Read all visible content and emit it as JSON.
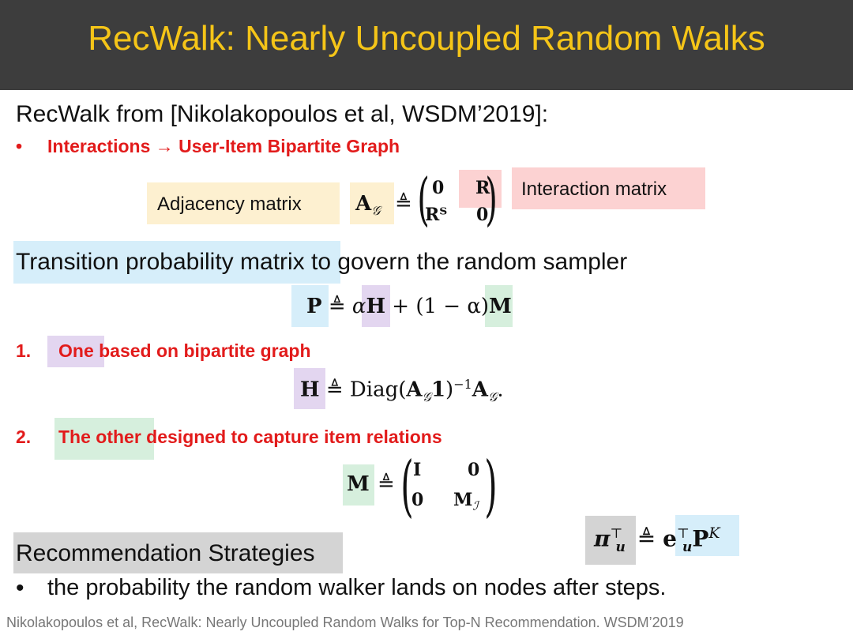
{
  "slide": {
    "title": "RecWalk: Nearly Uncoupled Random Walks",
    "intro": "RecWalk from [Nikolakopoulos et al, WSDM’2019]:",
    "bullet1": {
      "marker": "•",
      "text": "Interactions → User-Item Bipartite Graph"
    },
    "adjacency_label": "Adjacency matrix",
    "interaction_label": "Interaction matrix",
    "transition_heading_highlight": "Transition probability matrix",
    "transition_heading_rest": " to govern the random sampler",
    "item1": {
      "number": "1.",
      "highlight": "One",
      "rest": " based on bipartite graph"
    },
    "item2": {
      "number": "2.",
      "highlight": "The other",
      "rest": " designed to capture item relations"
    },
    "recommendation_heading": "Recommendation Strategies",
    "bullet2": {
      "marker": "•",
      "text": "the probability the random walker lands on nodes after steps."
    },
    "footer": "Nikolakopoulos et al, RecWalk: Nearly Uncoupled Random Walks for Top-N Recommendation. WSDM’2019"
  },
  "equations": {
    "A_lhs": "A",
    "A_sub": "𝒢",
    "defeq": "≜",
    "A_mat": [
      "0",
      "R",
      "Rᵀ",
      "0"
    ],
    "P_lhs": "P",
    "P_rhs_1": "α",
    "P_rhs_H": "H",
    "P_rhs_2": " + (1 − α)",
    "P_rhs_M": "M",
    "H_lhs": "H",
    "H_rhs": "Diag(",
    "H_rhs_A": "A",
    "H_rhs_one": "1",
    "H_rhs_close": ")",
    "H_rhs_exp": "−1",
    "H_rhs_end": ".",
    "M_lhs": "M",
    "M_mat": [
      "I",
      "0",
      "0",
      "M"
    ],
    "M_sub": "ℐ",
    "pi_lhs": "π",
    "pi_sup": "⊤",
    "pi_sub": "u",
    "pi_e": "e",
    "pi_P": "P",
    "pi_K": "K"
  }
}
